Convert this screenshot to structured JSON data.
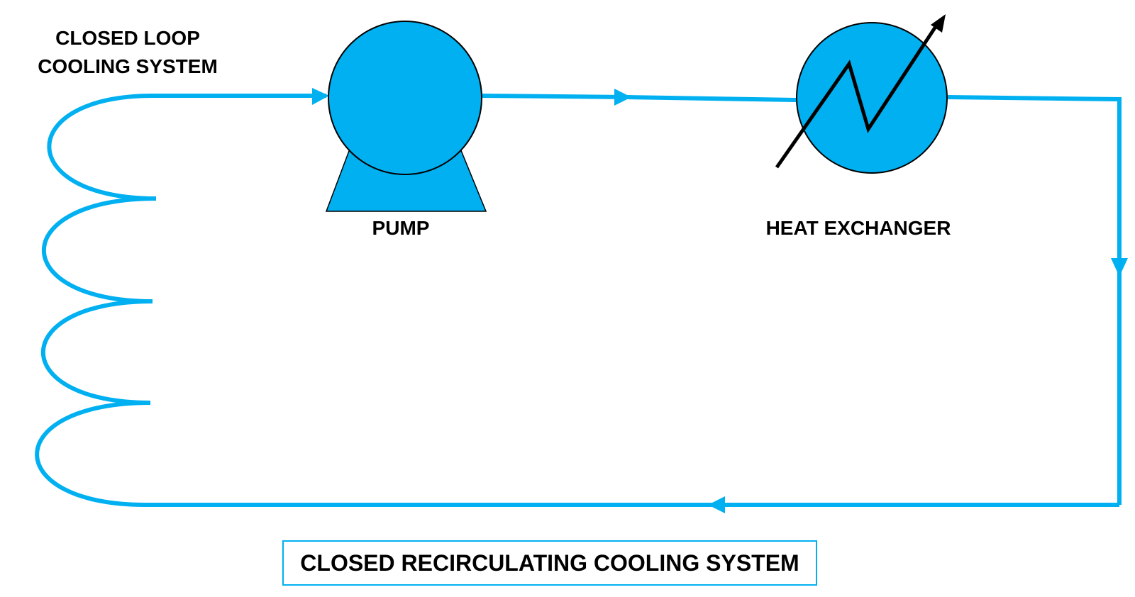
{
  "labels": {
    "loop_line1": "CLOSED LOOP",
    "loop_line2": "COOLING SYSTEM",
    "pump": "PUMP",
    "heat_exchanger": "HEAT EXCHANGER",
    "caption": "CLOSED RECIRCULATING COOLING SYSTEM"
  },
  "colors": {
    "pipe": "#00b0f0",
    "component_fill": "#00b0f0",
    "outline": "#000000",
    "caption_border": "#00b0f0"
  },
  "icons": {
    "pump": "pump-icon",
    "heat_exchanger": "heat-exchanger-icon",
    "cooling_coil": "coil-icon",
    "flow_direction": "arrow-icon"
  }
}
